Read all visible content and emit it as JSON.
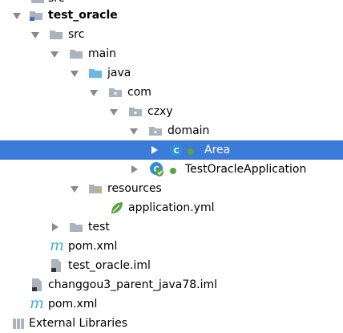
{
  "tree": {
    "top_clipped": "src",
    "project": "test_oracle",
    "src": "src",
    "main": "main",
    "java": "java",
    "com": "com",
    "czxy": "czxy",
    "domain": "domain",
    "area": "Area",
    "app_class": "TestOracleApplication",
    "resources": "resources",
    "app_yml": "application.yml",
    "test": "test",
    "pom_inner": "pom.xml",
    "iml_inner": "test_oracle.iml",
    "iml_parent": "changgou3_parent_java78.iml",
    "pom_outer": "pom.xml",
    "external": "External Libraries"
  },
  "colors": {
    "selection": "#3d7bd8",
    "folder": "#a9b4bd",
    "source_folder": "#6bb7e8",
    "class_icon": "#2d8fd5",
    "spring_green": "#5aa442"
  }
}
